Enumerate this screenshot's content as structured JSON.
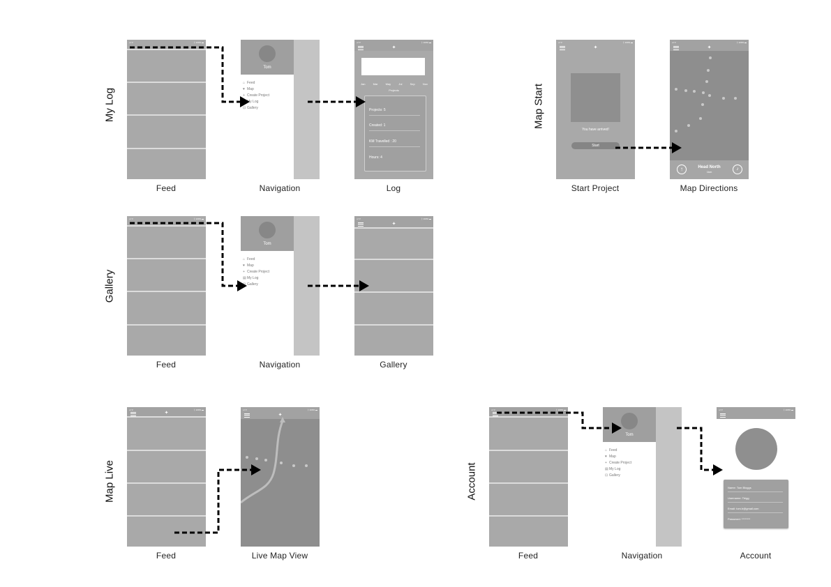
{
  "row_labels": {
    "my_log": "My Log",
    "map_start": "Map Start",
    "gallery": "Gallery",
    "map_live": "Map Live",
    "account": "Account"
  },
  "captions": {
    "feed": "Feed",
    "navigation": "Navigation",
    "log": "Log",
    "start_project": "Start Project",
    "map_directions": "Map Directions",
    "gallery": "Gallery",
    "live_map_view": "Live Map View",
    "account": "Account"
  },
  "status": {
    "left": "•ıl ᯤ",
    "right": "ᛒ 100% ▬"
  },
  "navigation": {
    "user_name": "Tom",
    "items": [
      {
        "icon": "⌂",
        "icon_name": "home-icon",
        "label": "Feed"
      },
      {
        "icon": "♥",
        "icon_name": "map-pin-icon",
        "label": "Map"
      },
      {
        "icon": "+",
        "icon_name": "plus-icon",
        "label": "Create Project"
      },
      {
        "icon": "▤",
        "icon_name": "log-icon",
        "label": "My Log"
      },
      {
        "icon": "⊡",
        "icon_name": "gallery-icon",
        "label": "Gallery"
      }
    ]
  },
  "log": {
    "months": [
      "Jan",
      "Mar",
      "May",
      "Jul",
      "Sep",
      "Nov"
    ],
    "chart_title": "Projects",
    "stats": [
      "Projects: 5",
      "Created: 1",
      "KM Travelled : 20",
      "Hours: 4"
    ]
  },
  "start_project": {
    "message": "You have arrived!",
    "button_label": "Start"
  },
  "map_directions": {
    "instruction": "Head North",
    "distance": "1km"
  },
  "account": {
    "fields": [
      "Name: Tom Bloggs",
      "Username: Tbigg",
      "Email: tom.b@gmail.com",
      "Password: ********"
    ]
  },
  "colors": {
    "screen": "#a9a9a9",
    "map": "#8e8e8e",
    "scrim": "#c4c4c4",
    "arrow": "#000000"
  }
}
